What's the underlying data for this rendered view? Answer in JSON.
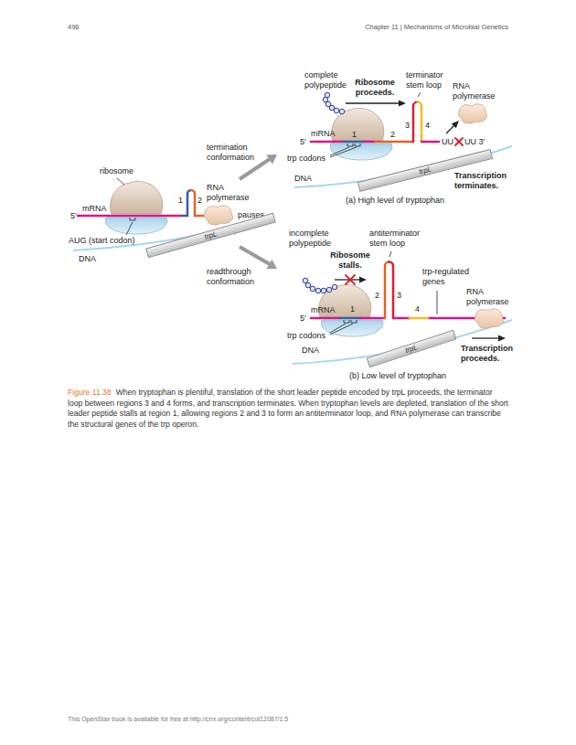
{
  "diagram": {
    "caption": "When tryptophan is plentiful, translation of the short leader peptide encoded by trpL proceeds, the terminator loop between regions 3 and 4 forms, and transcription terminates. When tryptophan levels are depleted, translation of the short leader peptide stalls at region 1, allowing regions 2 and 3 to form an antiterminator loop, and RNA polymerase can transcribe the structural genes of the trp operon.",
    "nodes": [
      {
        "text": [
          "trpL"
        ]
      },
      {
        "text": [
          "trpL"
        ]
      },
      {
        "text": [
          "trpL"
        ]
      }
    ],
    "labels": [
      "496",
      "Chapter 11 | Mechanisms of Microbial Genetics",
      "ribosome",
      "RNA polymerase",
      "pauses",
      "1",
      "2",
      "mRNA",
      "5′",
      "AUG (start codon)",
      "DNA",
      "termination conformation",
      "readthrough conformation",
      "complete polypeptide",
      "Ribosome proceeds.",
      "terminator stem loop",
      "RNA polymerase",
      "1",
      "2",
      "3",
      "4",
      "5′",
      "mRNA",
      "UU",
      "UU 3′",
      "trp codons",
      "DNA",
      "Transcription terminates.",
      "(a) High level of tryptophan",
      "incomplete polypeptide",
      "Ribosome stalls.",
      "antiterminator stem loop",
      "trp-regulated genes",
      "RNA polymerase",
      "2",
      "3",
      "1",
      "4",
      "5′",
      "mRNA",
      "trp codons",
      "DNA",
      "Transcription proceeds.",
      "(b) Low level of tryptophan",
      "Figure 11.38",
      "This OpenStax book is available for free at http://cnx.org/content/col12087/1.5"
    ]
  }
}
